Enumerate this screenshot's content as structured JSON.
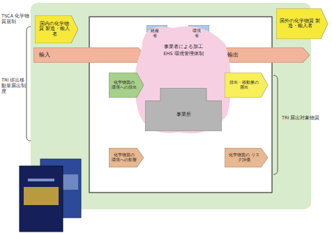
{
  "diagram": {
    "nodes": [
      {
        "text": [
          "国内の化学物質 製造・輸入者"
        ]
      },
      {
        "text": [
          "国外の化学物質 製造・輸入者"
        ]
      },
      {
        "text": [
          "輸入"
        ]
      },
      {
        "text": [
          "輸出"
        ]
      },
      {
        "text": [
          "経産省"
        ]
      },
      {
        "text": [
          "環境省"
        ]
      },
      {
        "text": [
          "事業者による加工",
          "EHS 環境管理体制"
        ]
      },
      {
        "text": [
          "事業所"
        ],
        "in": 6
      },
      {
        "text": [
          "化学物質の 環境への排出"
        ]
      },
      {
        "text": [
          "排出・移動量の 届出"
        ]
      },
      {
        "text": [
          "化学物質の 環境への影響"
        ]
      },
      {
        "text": [
          "化学物質の リスク評価"
        ]
      }
    ],
    "labels": [
      "TSCA 化学物質規制",
      "TRI 排出移動量届出制度",
      "TRI 届出対象物質"
    ]
  }
}
